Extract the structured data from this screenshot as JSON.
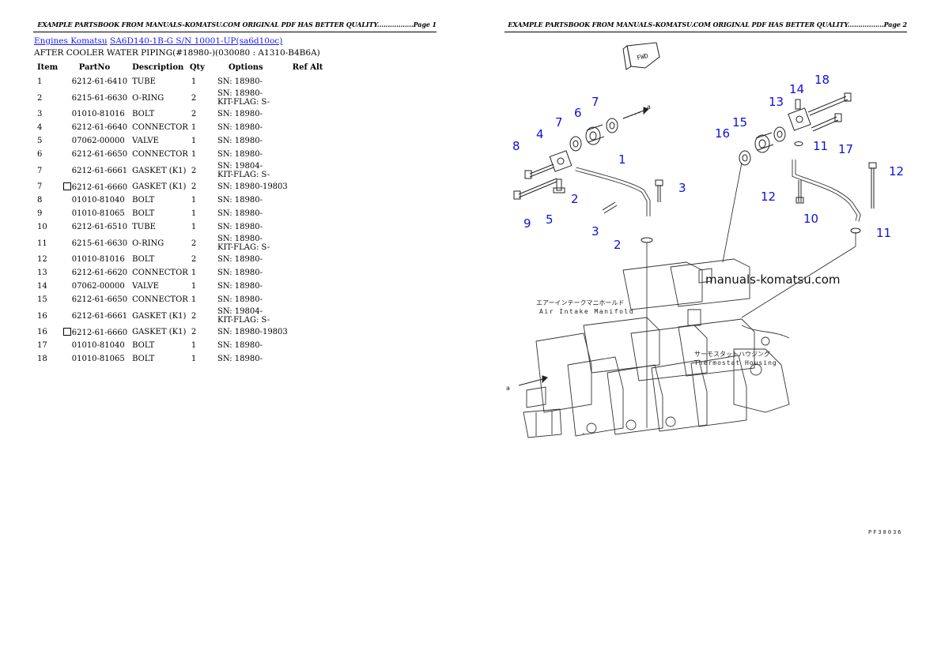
{
  "header_left": "EXAMPLE PARTSBOOK FROM MANUALS-KOMATSU.COM ORIGINAL PDF HAS BETTER QUALITY.................Page 1",
  "header_right": "EXAMPLE PARTSBOOK FROM MANUALS-KOMATSU.COM ORIGINAL PDF HAS BETTER QUALITY.................Page 2",
  "breadcrumb": {
    "link1": "Engines Komatsu",
    "link2": "SA6D140-1B-G S/N 10001-UP(sa6d10oc)"
  },
  "subtitle": "AFTER COOLER WATER PIPING(#18980-)(030080 : A1310-B4B6A)",
  "table": {
    "headers": {
      "item": "Item",
      "partno": "PartNo",
      "description": "Description",
      "qty": "Qty",
      "options": "Options",
      "refalt": "Ref Alt"
    },
    "rows": [
      {
        "item": "1",
        "partno": "6212-61-6410",
        "description": "TUBE",
        "qty": "1",
        "opt1": "SN: 18980-",
        "opt2": ""
      },
      {
        "item": "2",
        "partno": "6215-61-6630",
        "description": "O-RING",
        "qty": "2",
        "opt1": "SN: 18980-",
        "opt2": "KIT-FLAG: S-"
      },
      {
        "item": "3",
        "partno": "01010-81016",
        "description": "BOLT",
        "qty": "2",
        "opt1": "SN: 18980-",
        "opt2": ""
      },
      {
        "item": "4",
        "partno": "6212-61-6640",
        "description": "CONNECTOR",
        "qty": "1",
        "opt1": "SN: 18980-",
        "opt2": ""
      },
      {
        "item": "5",
        "partno": "07062-00000",
        "description": "VALVE",
        "qty": "1",
        "opt1": "SN: 18980-",
        "opt2": ""
      },
      {
        "item": "6",
        "partno": "6212-61-6650",
        "description": "CONNECTOR",
        "qty": "1",
        "opt1": "SN: 18980-",
        "opt2": ""
      },
      {
        "item": "7",
        "partno": "6212-61-6661",
        "description": "GASKET (K1)",
        "qty": "2",
        "opt1": "SN: 19804-",
        "opt2": "KIT-FLAG: S-"
      },
      {
        "item": "7",
        "partno": "6212-61-6660",
        "description": "GASKET (K1)",
        "qty": "2",
        "opt1": "SN: 18980-19803",
        "opt2": "",
        "alt": true
      },
      {
        "item": "8",
        "partno": "01010-81040",
        "description": "BOLT",
        "qty": "1",
        "opt1": "SN: 18980-",
        "opt2": ""
      },
      {
        "item": "9",
        "partno": "01010-81065",
        "description": "BOLT",
        "qty": "1",
        "opt1": "SN: 18980-",
        "opt2": ""
      },
      {
        "item": "10",
        "partno": "6212-61-6510",
        "description": "TUBE",
        "qty": "1",
        "opt1": "SN: 18980-",
        "opt2": ""
      },
      {
        "item": "11",
        "partno": "6215-61-6630",
        "description": "O-RING",
        "qty": "2",
        "opt1": "SN: 18980-",
        "opt2": "KIT-FLAG: S-"
      },
      {
        "item": "12",
        "partno": "01010-81016",
        "description": "BOLT",
        "qty": "2",
        "opt1": "SN: 18980-",
        "opt2": ""
      },
      {
        "item": "13",
        "partno": "6212-61-6620",
        "description": "CONNECTOR",
        "qty": "1",
        "opt1": "SN: 18980-",
        "opt2": ""
      },
      {
        "item": "14",
        "partno": "07062-00000",
        "description": "VALVE",
        "qty": "1",
        "opt1": "SN: 18980-",
        "opt2": ""
      },
      {
        "item": "15",
        "partno": "6212-61-6650",
        "description": "CONNECTOR",
        "qty": "1",
        "opt1": "SN: 18980-",
        "opt2": ""
      },
      {
        "item": "16",
        "partno": "6212-61-6661",
        "description": "GASKET (K1)",
        "qty": "2",
        "opt1": "SN: 19804-",
        "opt2": "KIT-FLAG: S-"
      },
      {
        "item": "16",
        "partno": "6212-61-6660",
        "description": "GASKET (K1)",
        "qty": "2",
        "opt1": "SN: 18980-19803",
        "opt2": "",
        "alt": true
      },
      {
        "item": "17",
        "partno": "01010-81040",
        "description": "BOLT",
        "qty": "1",
        "opt1": "SN: 18980-",
        "opt2": ""
      },
      {
        "item": "18",
        "partno": "01010-81065",
        "description": "BOLT",
        "qty": "1",
        "opt1": "SN: 18980-",
        "opt2": ""
      }
    ]
  },
  "diagram": {
    "watermark": "manuals-komatsu.com",
    "label_air_jp": "エアーインテークマニホールド",
    "label_air_en": "Air Intake Manifold",
    "label_thermo_jp": "サーモスタットハウジング",
    "label_thermo_en": "Thermostat Housing",
    "fwd": "FWD",
    "arrow_a": "a",
    "figure_code": "PF38036",
    "callouts": {
      "c1": "1",
      "c2a": "2",
      "c2b": "2",
      "c3a": "3",
      "c3b": "3",
      "c4": "4",
      "c5": "5",
      "c6": "6",
      "c7a": "7",
      "c7b": "7",
      "c8": "8",
      "c9": "9",
      "c10": "10",
      "c11a": "11",
      "c11b": "11",
      "c12a": "12",
      "c12b": "12",
      "c13": "13",
      "c14": "14",
      "c15": "15",
      "c16a": "16",
      "c17": "17",
      "c18": "18"
    }
  }
}
